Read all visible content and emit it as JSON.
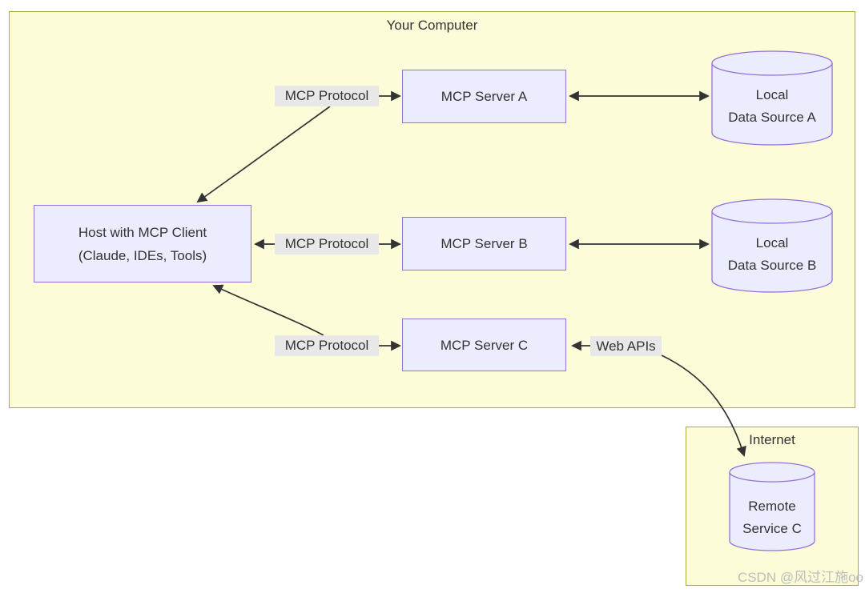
{
  "clusters": {
    "computer": {
      "title": "Your Computer"
    },
    "internet": {
      "title": "Internet"
    }
  },
  "nodes": {
    "host": {
      "line1": "Host with MCP Client",
      "line2": "(Claude, IDEs, Tools)"
    },
    "server_a": {
      "label": "MCP Server A"
    },
    "server_b": {
      "label": "MCP Server B"
    },
    "server_c": {
      "label": "MCP Server C"
    },
    "ds_a": {
      "line1": "Local",
      "line2": "Data Source A"
    },
    "ds_b": {
      "line1": "Local",
      "line2": "Data Source B"
    },
    "remote_c": {
      "line1": "Remote",
      "line2": "Service C"
    }
  },
  "edge_labels": {
    "protocol_a": "MCP Protocol",
    "protocol_b": "MCP Protocol",
    "protocol_c": "MCP Protocol",
    "web_apis": "Web APIs"
  },
  "colors": {
    "cluster_fill": "#fcfcd8",
    "cluster_border": "#a8ab3e",
    "node_fill": "#ECECFF",
    "node_border": "#9370DB",
    "edge": "#333333",
    "edge_label_bg": "#e8e8e8",
    "text": "#333333",
    "watermark": "#b9b9b9"
  },
  "watermark": {
    "text": "CSDN @风过江施oo"
  }
}
